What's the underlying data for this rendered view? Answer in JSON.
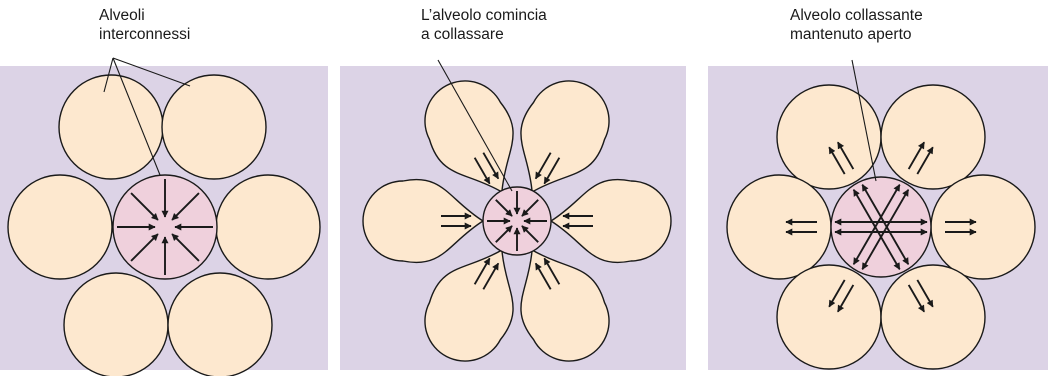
{
  "colors": {
    "panel_background": "#dcd3e6",
    "alveolus_fill": "#fde8cf",
    "central_alveolus_fill": "#efd0dc",
    "outline": "#1a1a1a",
    "arrow": "#1a1a1a"
  },
  "panels": [
    {
      "id": "interconnected",
      "caption_lines": [
        "Alveoli",
        "interconnessi"
      ],
      "state": "normal"
    },
    {
      "id": "collapsing",
      "caption_lines": [
        "L’alveolo comincia",
        "a collassare"
      ],
      "state": "collapsing"
    },
    {
      "id": "held-open",
      "caption_lines": [
        "Alveolo collassante",
        "mantenuto aperto"
      ],
      "state": "held-open"
    }
  ]
}
